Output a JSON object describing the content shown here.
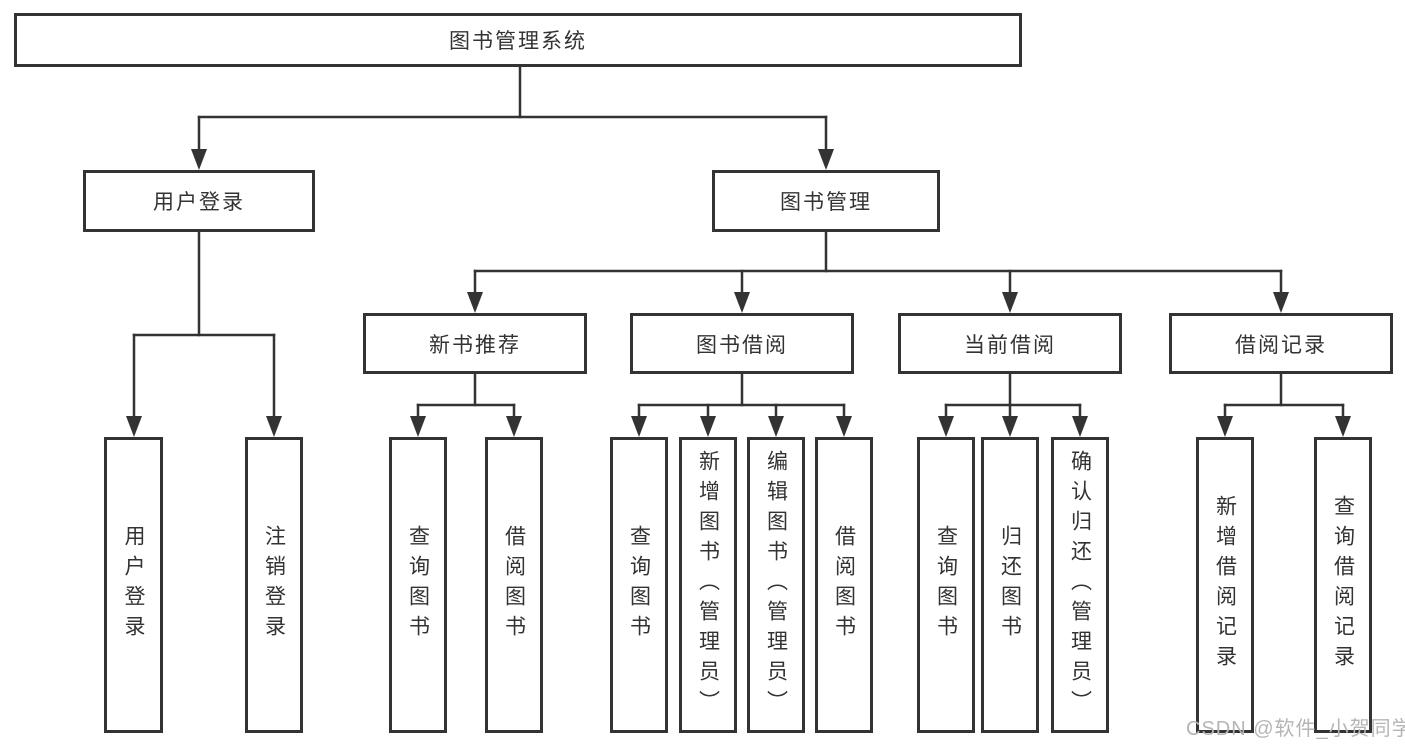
{
  "tree": {
    "root": {
      "label": "图书管理系统"
    },
    "branches": [
      {
        "label": "用户登录",
        "children": [
          {
            "label": "用户登录"
          },
          {
            "label": "注销登录"
          }
        ]
      },
      {
        "label": "图书管理",
        "children": [
          {
            "label": "新书推荐",
            "children": [
              {
                "label": "查询图书"
              },
              {
                "label": "借阅图书"
              }
            ]
          },
          {
            "label": "图书借阅",
            "children": [
              {
                "label": "查询图书"
              },
              {
                "label": "新增图书（管理员）"
              },
              {
                "label": "编辑图书（管理员）"
              },
              {
                "label": "借阅图书"
              }
            ]
          },
          {
            "label": "当前借阅",
            "children": [
              {
                "label": "查询图书"
              },
              {
                "label": "归还图书"
              },
              {
                "label": "确认归还（管理员）"
              }
            ]
          },
          {
            "label": "借阅记录",
            "children": [
              {
                "label": "新增借阅记录"
              },
              {
                "label": "查询借阅记录"
              }
            ]
          }
        ]
      }
    ]
  },
  "watermark": {
    "text": "CSDN @软件_小贺同学"
  },
  "colors": {
    "line": "#333333",
    "text": "#333333",
    "background": "#ffffff",
    "watermark": "#b5b5b5"
  }
}
